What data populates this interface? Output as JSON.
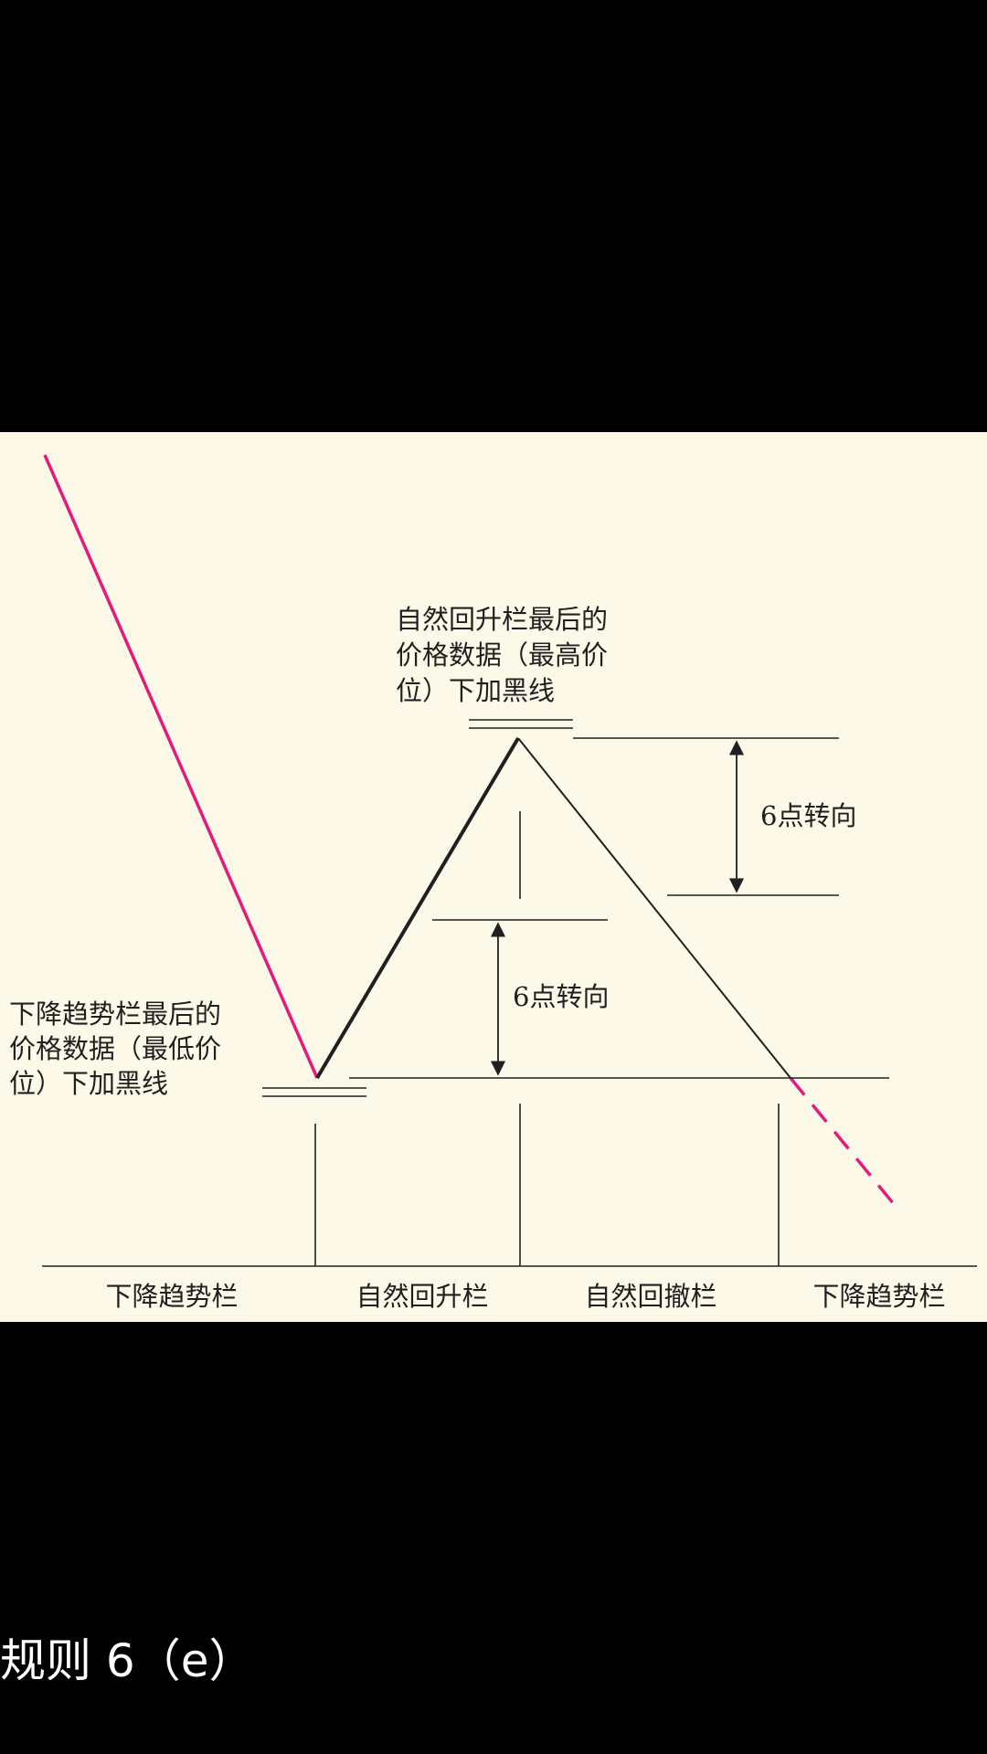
{
  "caption": "规则 6（e）",
  "colors": {
    "background": "#000000",
    "panel": "#fdf9e8",
    "downtrend_line": "#e6197d",
    "ink": "#231f20"
  },
  "annotations": {
    "top_note": [
      "自然回升栏最后的",
      "价格数据（最高价",
      "位）下加黑线"
    ],
    "left_note": [
      "下降趋势栏最后的",
      "价格数据（最低价",
      "位）下加黑线"
    ],
    "reversal_upper": "6点转向",
    "reversal_lower": "6点转向"
  },
  "columns": [
    "下降趋势栏",
    "自然回升栏",
    "自然回撤栏",
    "下降趋势栏"
  ]
}
